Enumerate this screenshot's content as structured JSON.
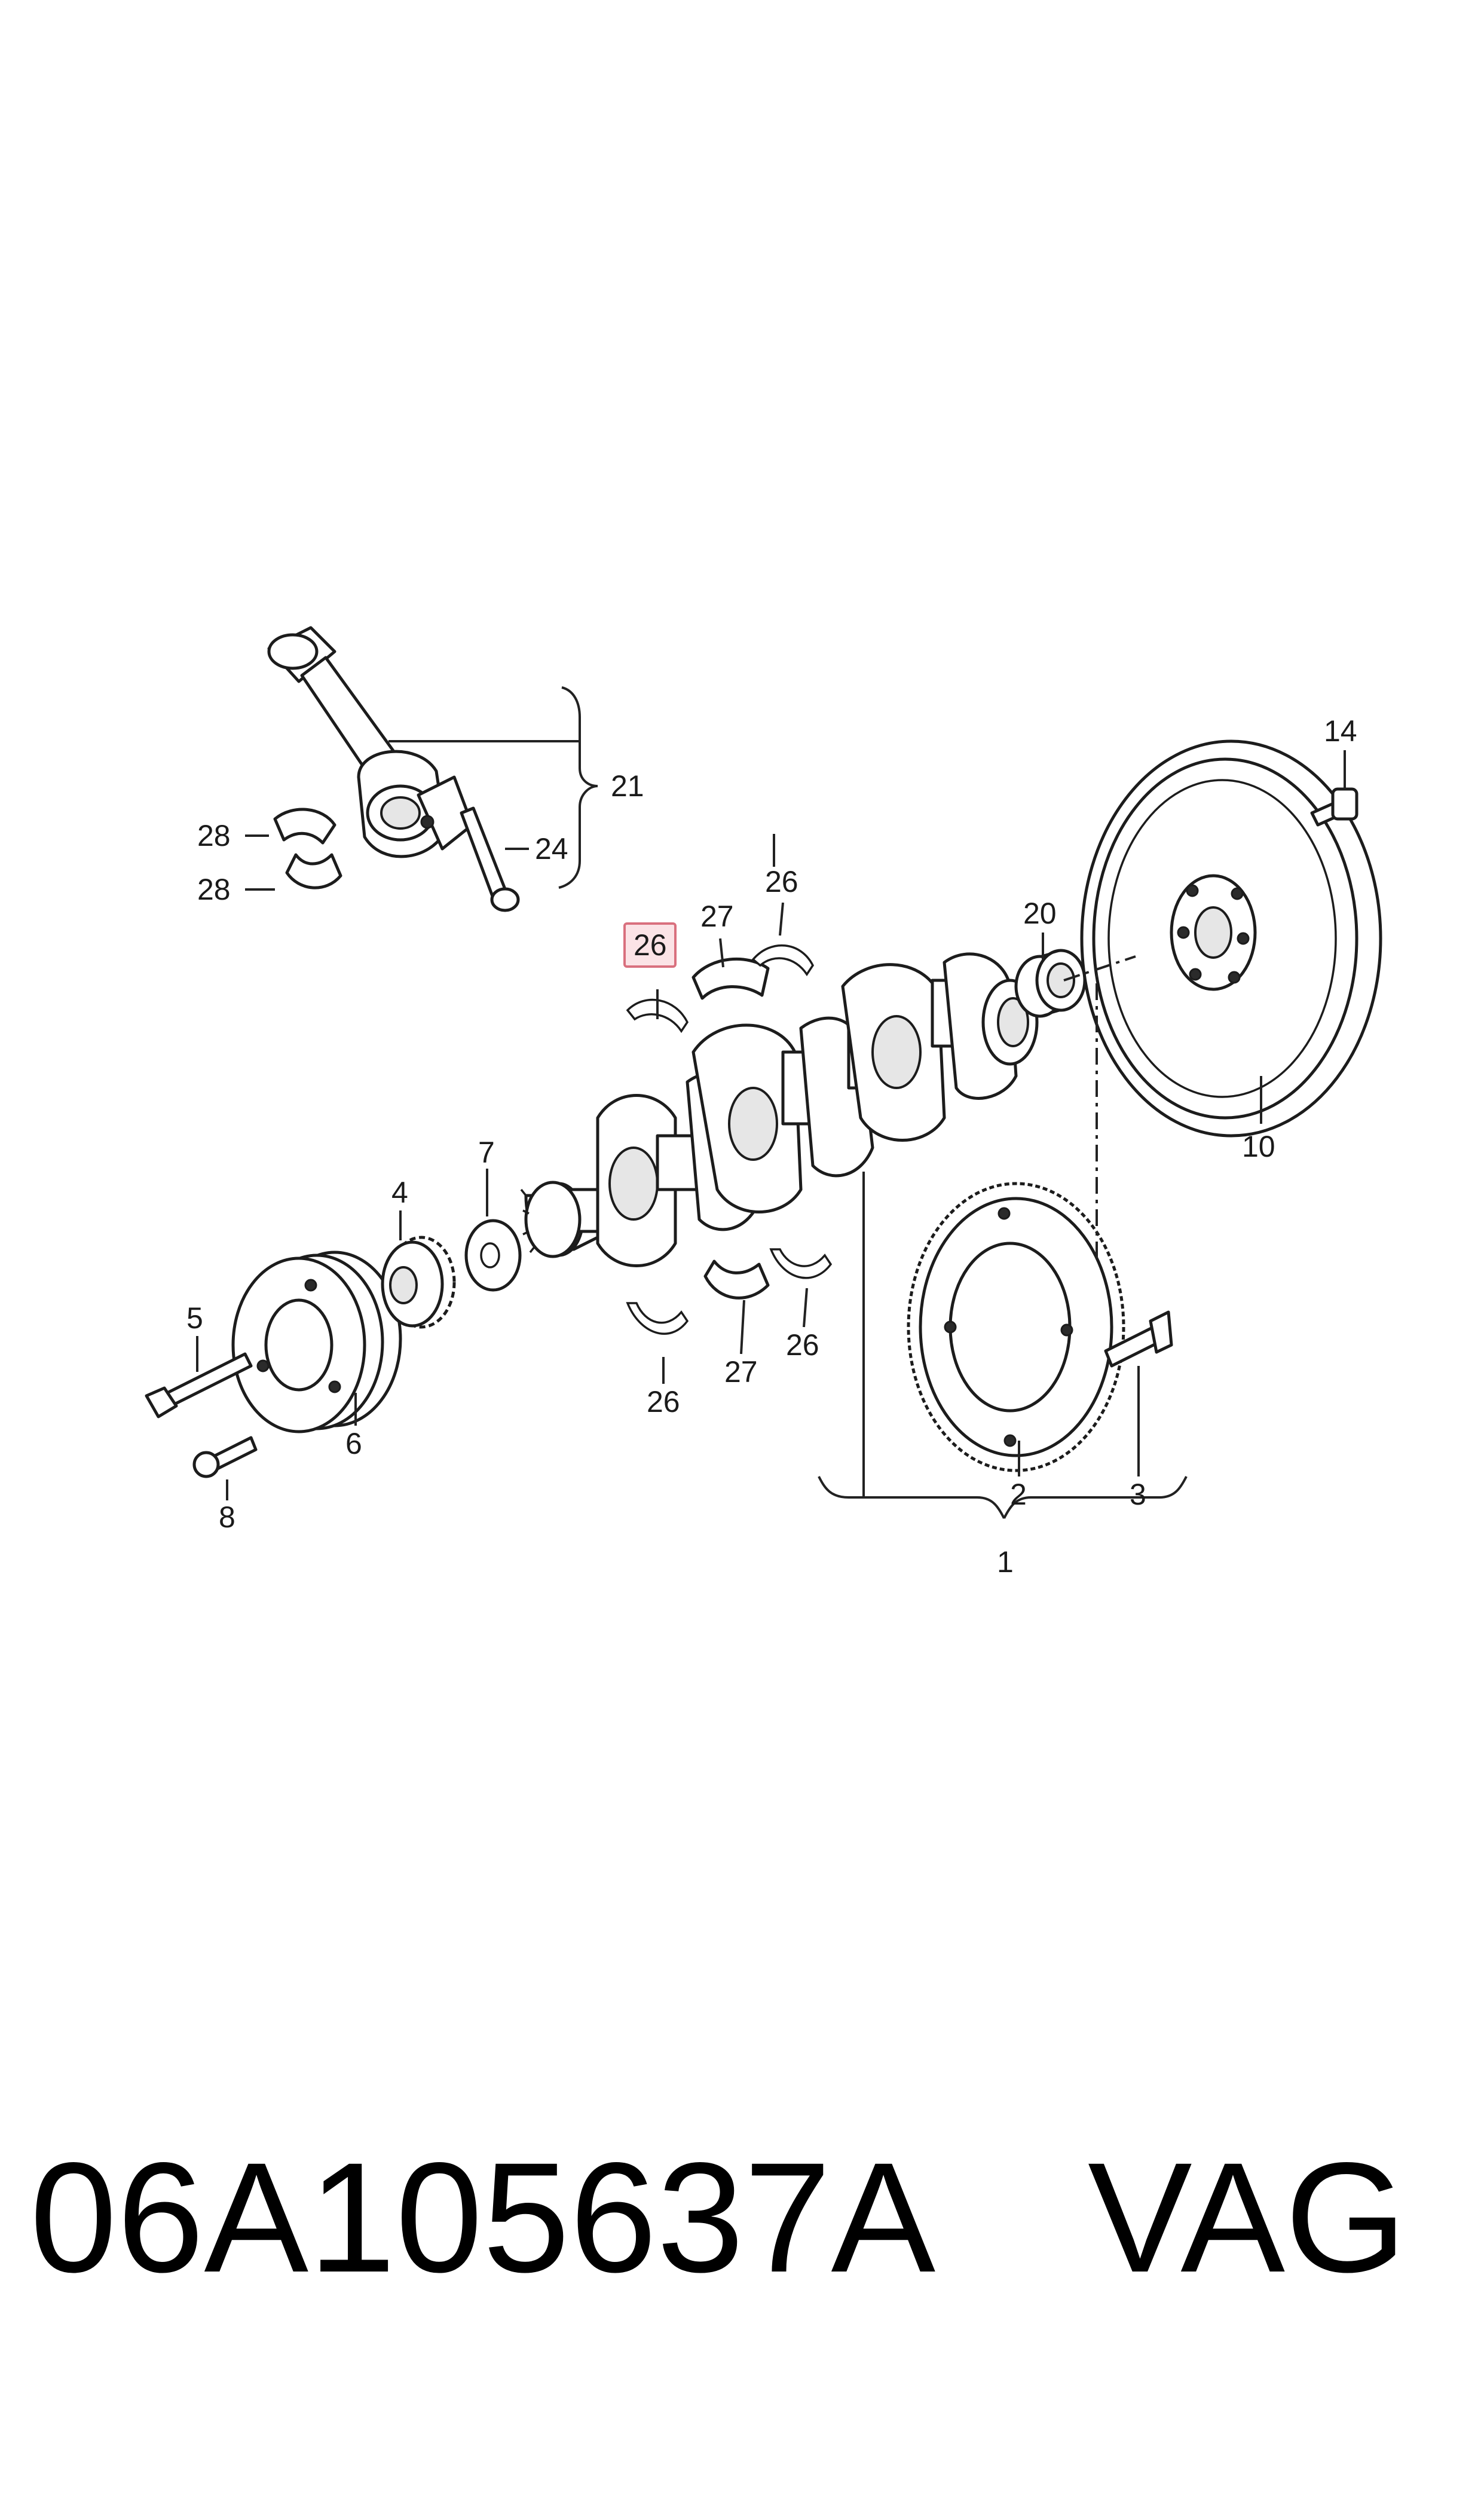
{
  "footer": {
    "part_number": "06A105637A",
    "brand": "VAG"
  },
  "callouts": {
    "c1": "1",
    "c2": "2",
    "c3": "3",
    "c4": "4",
    "c5": "5",
    "c6": "6",
    "c7": "7",
    "c8": "8",
    "c10": "10",
    "c14": "14",
    "c20": "20",
    "c21": "21",
    "c24": "24",
    "c26_highlighted": "26",
    "c26_b": "26",
    "c26_c": "26",
    "c26_d": "26",
    "c27_a": "27",
    "c27_b": "27",
    "c28_a": "28",
    "c28_b": "28"
  },
  "highlight": {
    "label": "26",
    "fill_color": "#fbe3e6",
    "border_color": "#d9707e"
  }
}
